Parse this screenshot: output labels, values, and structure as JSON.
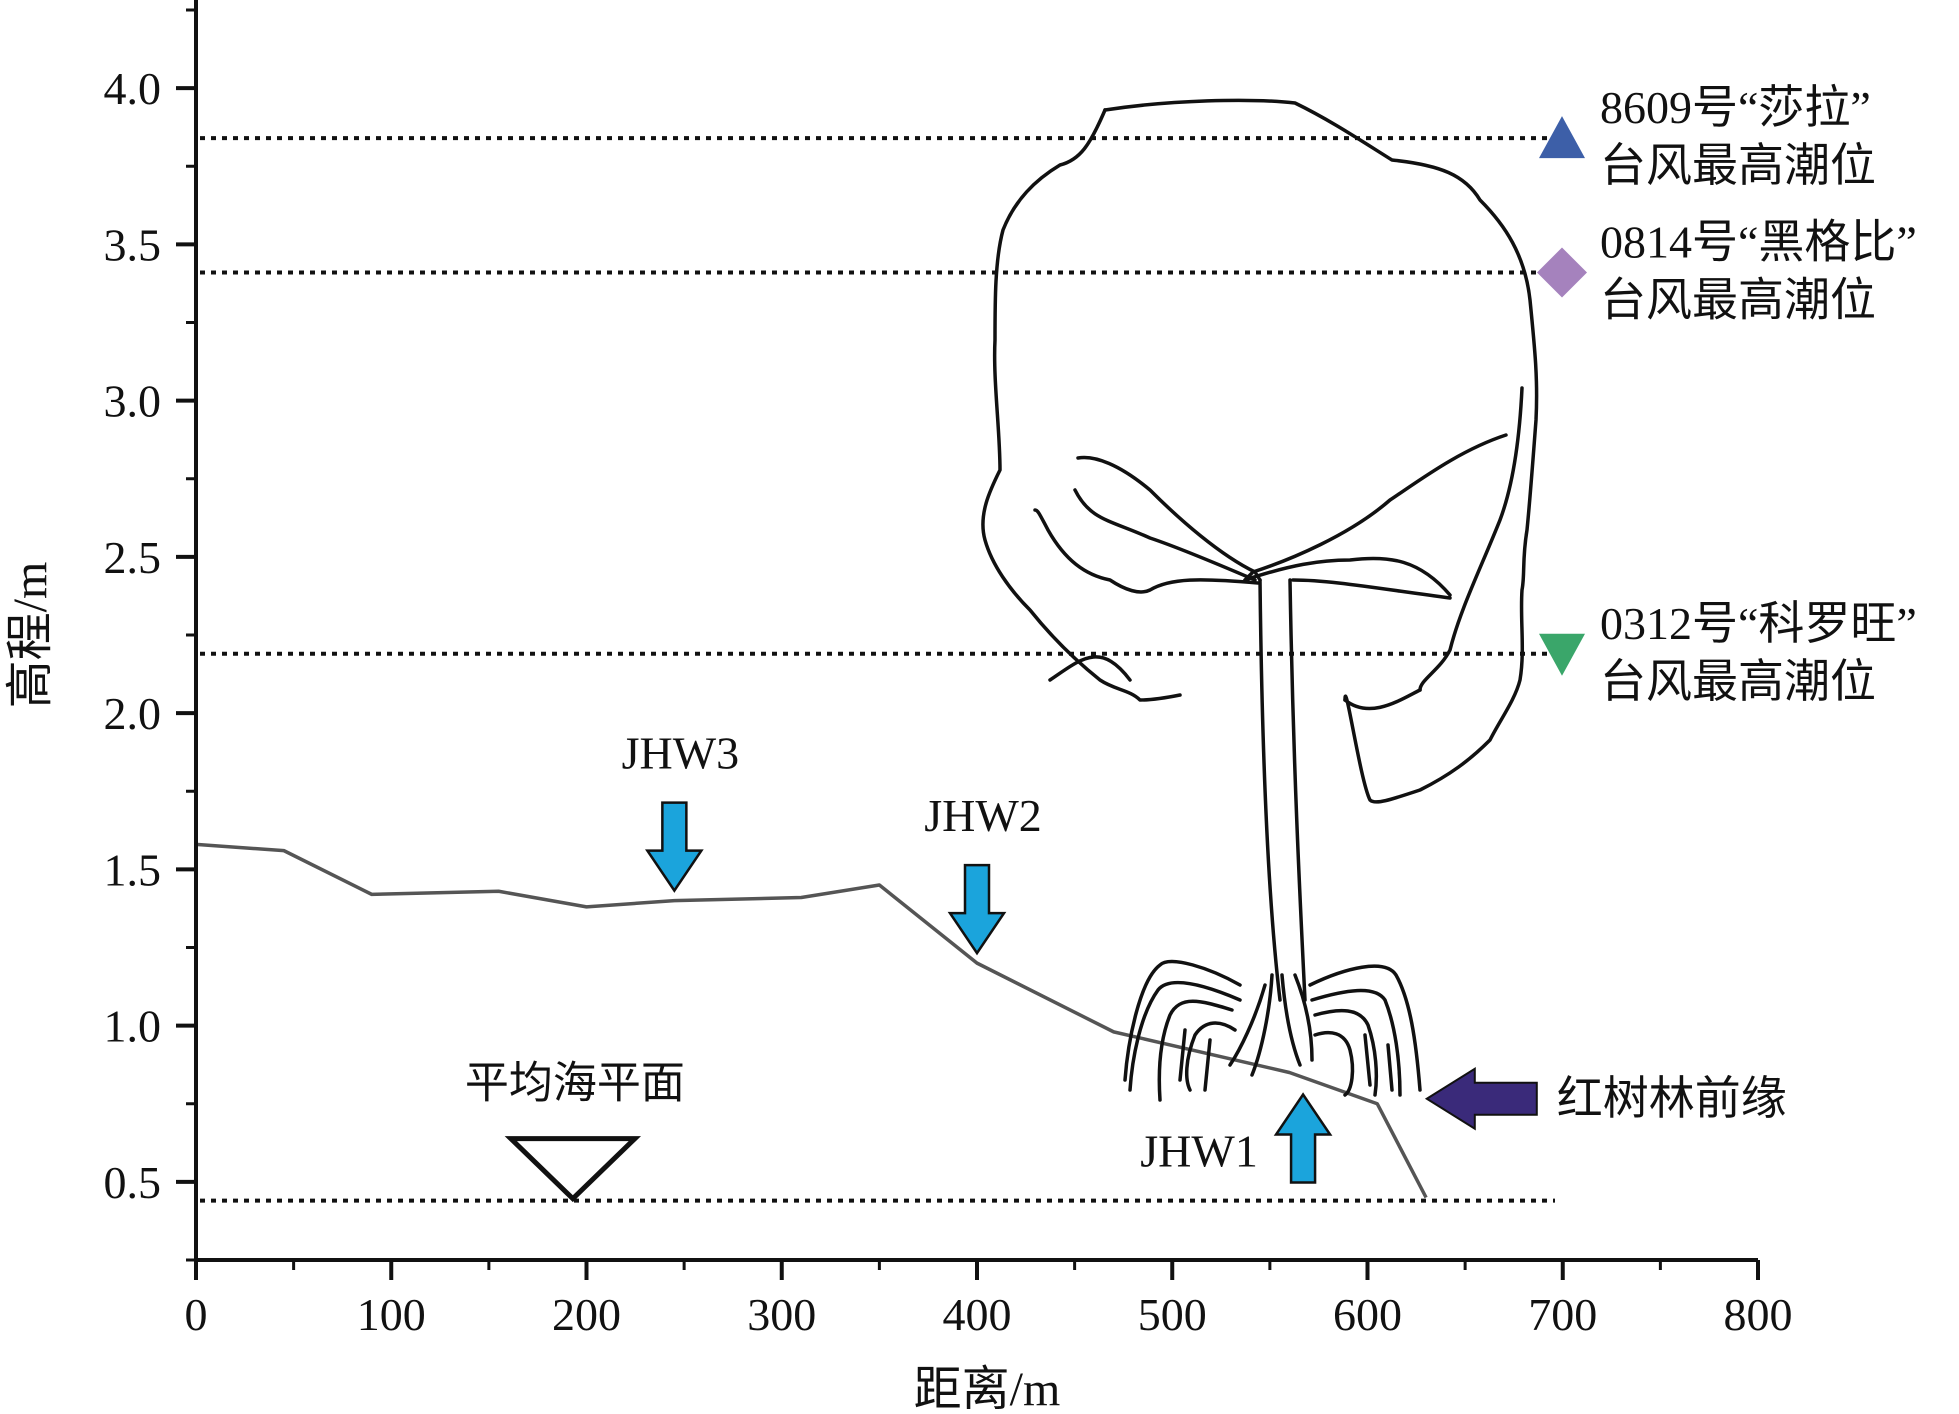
{
  "chart_data": {
    "type": "line",
    "xlabel": "距离/m",
    "ylabel": "高程/m",
    "xlim": [
      0,
      800
    ],
    "ylim": [
      0.25,
      4.25
    ],
    "x_ticks": [
      0,
      100,
      200,
      300,
      400,
      500,
      600,
      700,
      800
    ],
    "y_ticks": [
      0.5,
      1.0,
      1.5,
      2.0,
      2.5,
      3.0,
      3.5,
      4.0
    ],
    "x_tick_labels": [
      "0",
      "100",
      "200",
      "300",
      "400",
      "500",
      "600",
      "700",
      "800"
    ],
    "y_tick_labels": [
      "0.5",
      "1.0",
      "1.5",
      "2.0",
      "2.5",
      "3.0",
      "3.5",
      "4.0"
    ],
    "grid": false,
    "series": [
      {
        "x": [
          0,
          45,
          90,
          155,
          200,
          245,
          310,
          350,
          400,
          470,
          560,
          605,
          630
        ],
        "y": [
          1.58,
          1.56,
          1.42,
          1.43,
          1.38,
          1.4,
          1.41,
          1.45,
          1.2,
          0.98,
          0.85,
          0.75,
          0.45
        ]
      }
    ],
    "reference_lines": [
      {
        "y": 3.84,
        "label_lines": [
          "8609号“莎拉”",
          "台风最高潮位"
        ],
        "marker": "triangle-up",
        "color": "#3d5fa8"
      },
      {
        "y": 3.41,
        "label_lines": [
          "0814号“黑格比”",
          "台风最高潮位"
        ],
        "marker": "diamond",
        "color": "#a582bd"
      },
      {
        "y": 2.19,
        "label_lines": [
          "0312号“科罗旺”",
          "台风最高潮位"
        ],
        "marker": "triangle-down",
        "color": "#3aa66a"
      },
      {
        "y": 0.44,
        "label_lines": [
          "平均海平面"
        ],
        "marker": "water-level",
        "color": "#111111"
      }
    ],
    "annotations": [
      {
        "label": "JHW3",
        "x": 245,
        "y": 1.4,
        "direction": "down",
        "color": "#1ba4dc"
      },
      {
        "label": "JHW2",
        "x": 400,
        "y": 1.2,
        "direction": "down",
        "color": "#1ba4dc"
      },
      {
        "label": "JHW1",
        "x": 567,
        "y": 0.85,
        "direction": "up",
        "color": "#1ba4dc"
      },
      {
        "label": "红树林前缘",
        "x": 615,
        "y": 0.75,
        "direction": "left",
        "color": "#3a2a7a"
      }
    ],
    "colors": {
      "axis": "#111111",
      "profile": "#555555",
      "reference": "#111111",
      "tree": "#111111"
    }
  }
}
